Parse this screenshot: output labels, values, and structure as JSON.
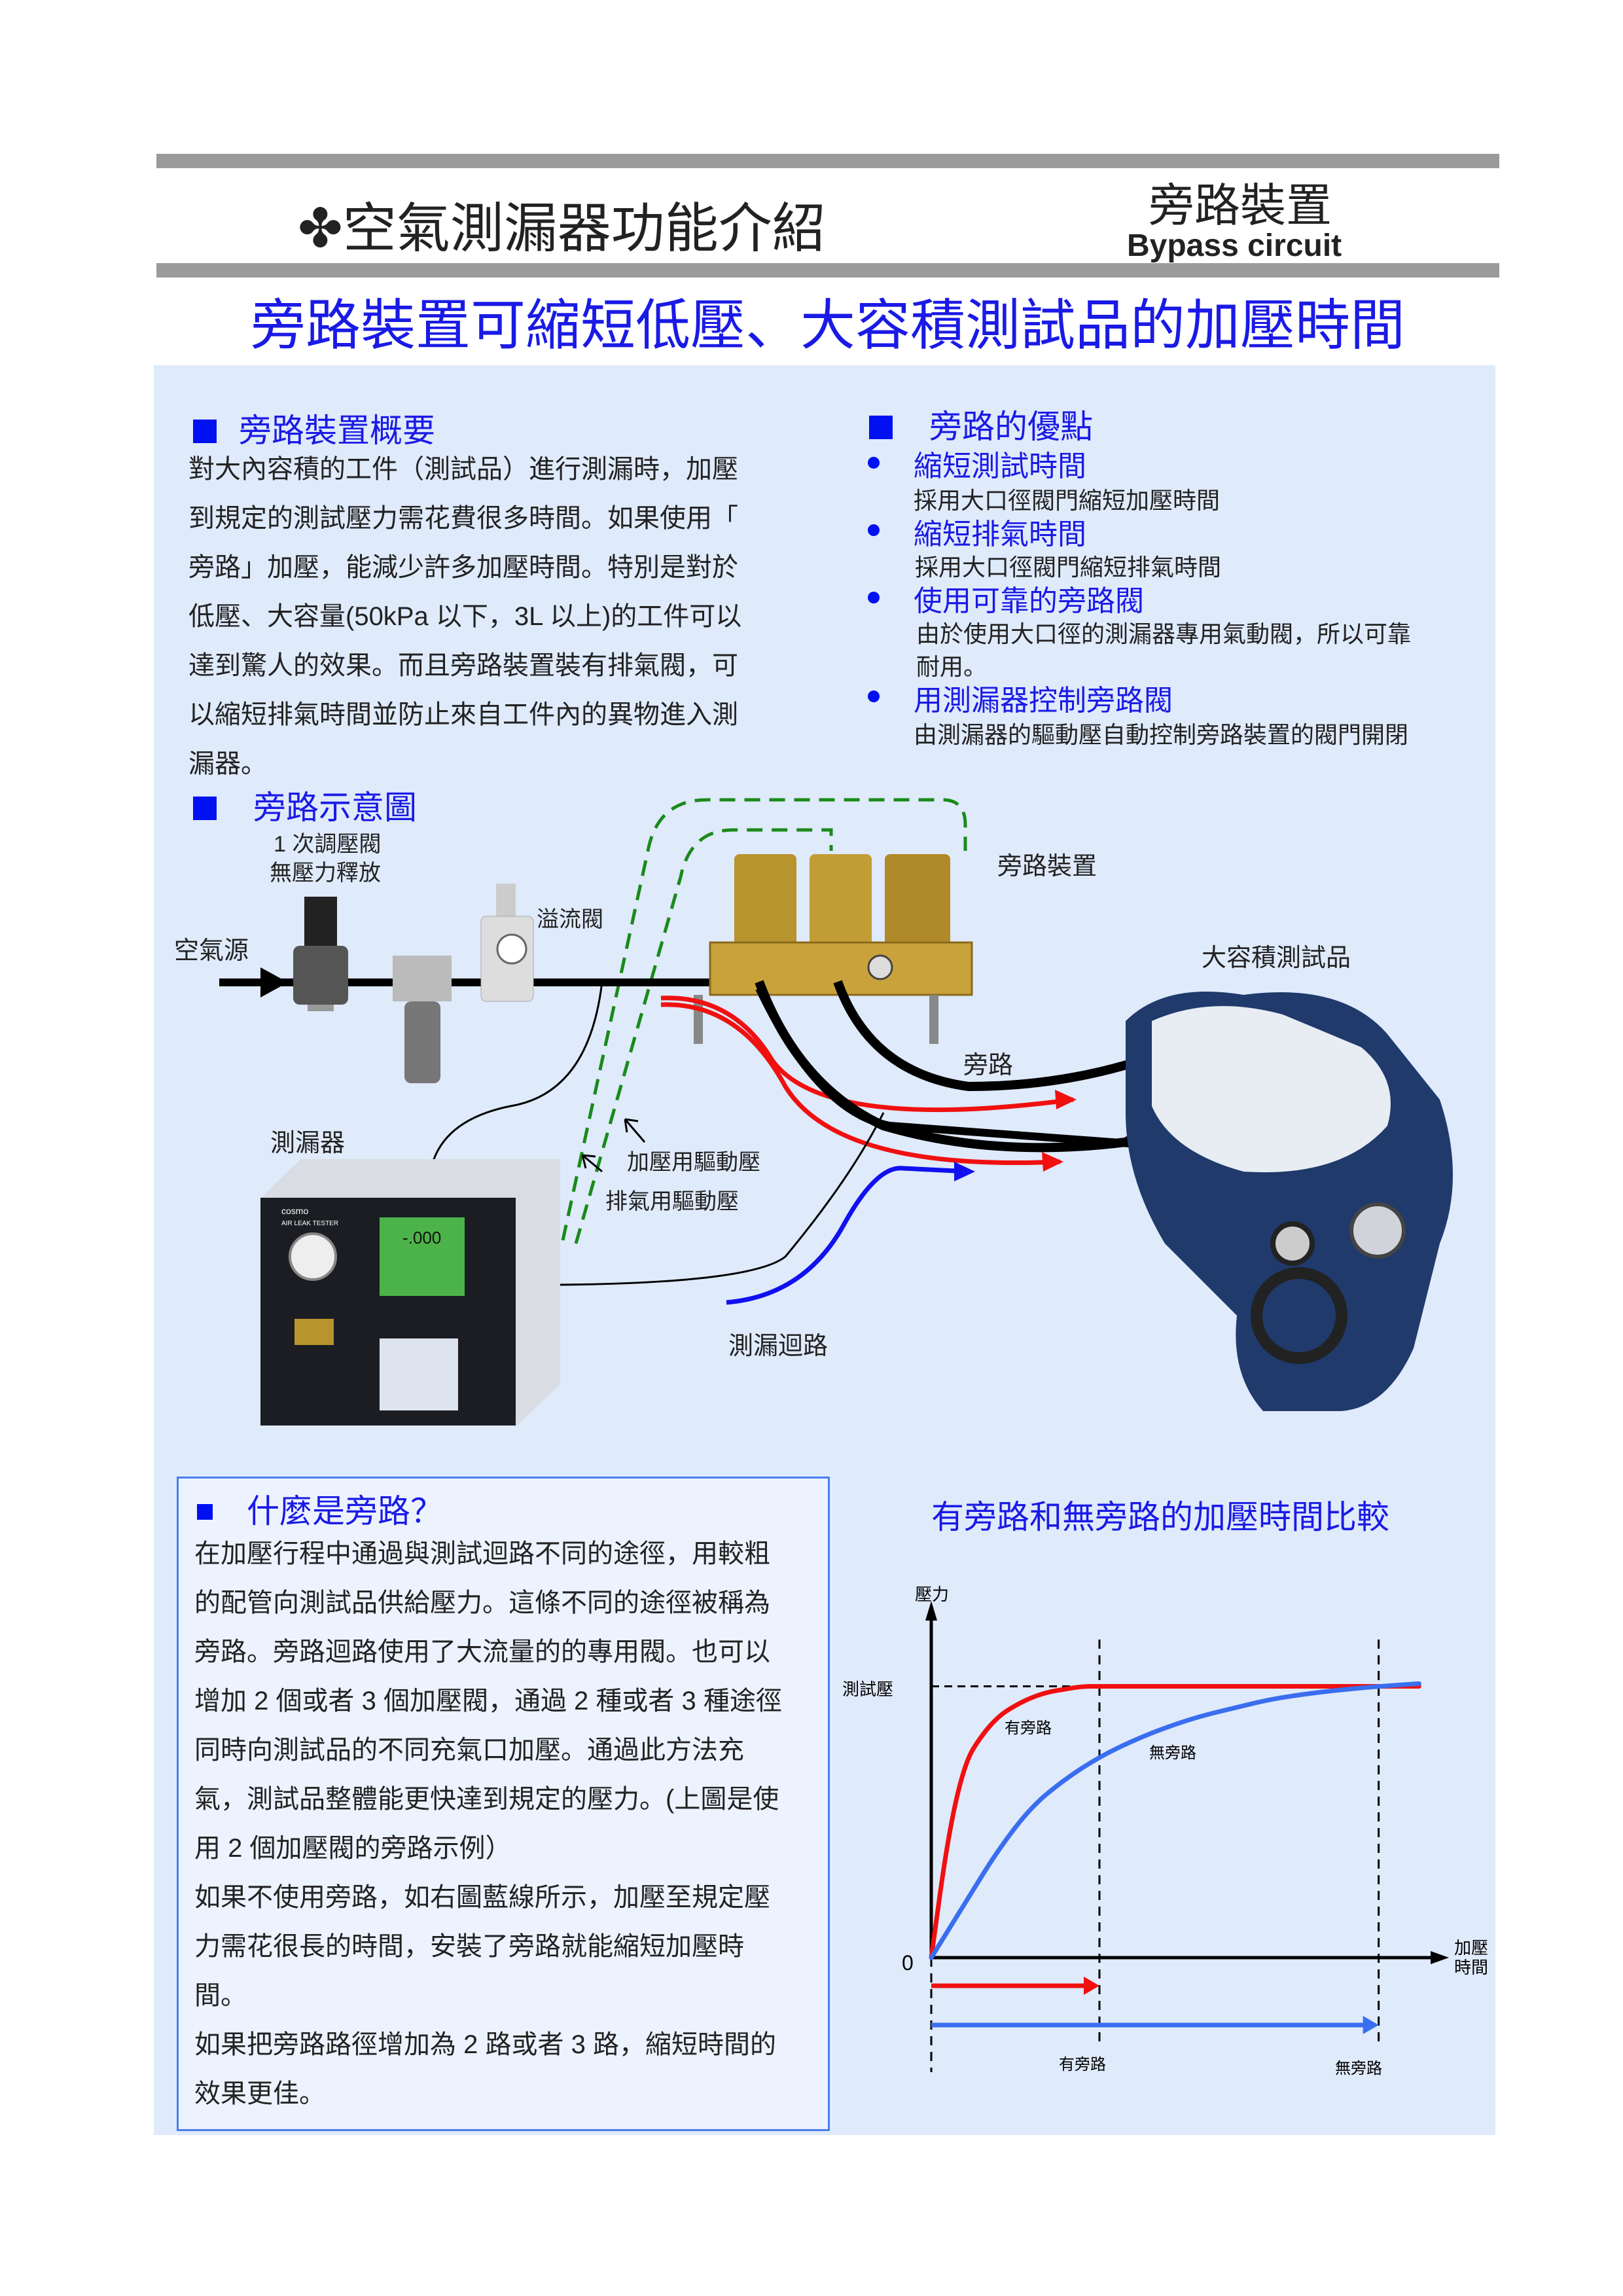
{
  "header": {
    "title_icon": "four-petal-flower-icon",
    "title": "空氣測漏器功能介紹",
    "subtitle_zh": "旁路裝置",
    "subtitle_en": "Bypass circuit",
    "headline": "旁路裝置可縮短低壓、大容積測試品的加壓時間"
  },
  "overview": {
    "heading": "旁路裝置概要",
    "lines": [
      "對大內容積的工件（測試品）進行測漏時，加壓",
      "到規定的測試壓力需花費很多時間。如果使用「",
      "旁路」加壓，能減少許多加壓時間。特別是對於",
      "低壓、大容量(50kPa 以下，3L 以上)的工件可以",
      "達到驚人的效果。而且旁路裝置裝有排氣閥，可",
      "以縮短排氣時間並防止來自工件內的異物進入測",
      "漏器。"
    ]
  },
  "advantages": {
    "heading": "旁路的優點",
    "items": [
      {
        "title": "縮短測試時間",
        "desc": [
          "採用大口徑閥門縮短加壓時間"
        ]
      },
      {
        "title": "縮短排氣時間",
        "desc": [
          "採用大口徑閥門縮短排氣時間"
        ]
      },
      {
        "title": "使用可靠的旁路閥",
        "desc": [
          "由於使用大口徑的測漏器專用氣動閥，所以可靠",
          "耐用。"
        ]
      },
      {
        "title": "用測漏器控制旁路閥",
        "desc": [
          "由測漏器的驅動壓自動控制旁路裝置的閥門開閉"
        ]
      }
    ]
  },
  "diagram": {
    "heading": "旁路示意圖",
    "labels": {
      "regulator_1": "1 次調壓閥",
      "regulator_2": "無壓力釋放",
      "relief_valve": "溢流閥",
      "air_source": "空氣源",
      "bypass_device": "旁路裝置",
      "workpiece": "大容積測試品",
      "bypass": "旁路",
      "leak_tester": "測漏器",
      "pressurize_drive": "加壓用驅動壓",
      "exhaust_drive": "排氣用驅動壓",
      "leak_circuit": "測漏迴路"
    },
    "device_text": {
      "brand": "cosmo",
      "model": "AIR LEAK TESTER",
      "display": "-.000"
    }
  },
  "whatis": {
    "heading": "什麼是旁路？",
    "lines": [
      "在加壓行程中通過與測試迴路不同的途徑，用較粗",
      "的配管向測試品供給壓力。這條不同的途徑被稱為",
      "旁路。旁路迴路使用了大流量的的專用閥。也可以",
      "增加 2 個或者 3 個加壓閥，通過 2 種或者 3 種途徑",
      "同時向測試品的不同充氣口加壓。通過此方法充",
      "氣，測試品整體能更快達到規定的壓力。(上圖是使",
      "用 2 個加壓閥的旁路示例）",
      "如果不使用旁路，如右圖藍線所示，加壓至規定壓",
      "力需花很長的時間，安裝了旁路就能縮短加壓時",
      "間。",
      "如果把旁路路徑增加為 2 路或者 3 路，縮短時間的",
      "效果更佳。"
    ]
  },
  "chart_data": {
    "type": "line",
    "title": "有旁路和無旁路的加壓時間比較",
    "ylabel": "壓力",
    "xlabel": "加壓時間",
    "xlabel_lines": [
      "加壓",
      "時間"
    ],
    "origin_label": "0",
    "reference_line": {
      "label": "測試壓",
      "y": 1.0
    },
    "xlim": [
      0,
      3.07
    ],
    "ylim": [
      0,
      1.45
    ],
    "grid": false,
    "series": [
      {
        "name": "有旁路",
        "color": "#f01010",
        "x": [
          0,
          0.1,
          0.2,
          0.3,
          0.4,
          0.5,
          0.6,
          0.7,
          0.8,
          0.9,
          1.0,
          1.5,
          2.0,
          2.5,
          2.9
        ],
        "y": [
          0,
          0.45,
          0.72,
          0.82,
          0.89,
          0.93,
          0.96,
          0.98,
          0.99,
          1.0,
          1.0,
          1.0,
          1.0,
          1.0,
          1.0
        ]
      },
      {
        "name": "無旁路",
        "color": "#3a6ef0",
        "x": [
          0,
          0.2,
          0.4,
          0.6,
          0.8,
          1.0,
          1.2,
          1.4,
          1.6,
          1.8,
          2.0,
          2.2,
          2.4,
          2.66,
          2.9
        ],
        "y": [
          0,
          0.2,
          0.4,
          0.56,
          0.66,
          0.74,
          0.8,
          0.85,
          0.89,
          0.92,
          0.95,
          0.97,
          0.985,
          1.0,
          1.01
        ]
      }
    ],
    "markers": [
      {
        "label": "有旁路",
        "x": 1.0,
        "color": "#f01010"
      },
      {
        "label": "無旁路",
        "x": 2.66,
        "color": "#3a6ef0"
      }
    ]
  },
  "colors": {
    "accent_blue": "#1a1ae6",
    "panel": "#dfeafb",
    "bar_gray": "#9b9b9b"
  }
}
